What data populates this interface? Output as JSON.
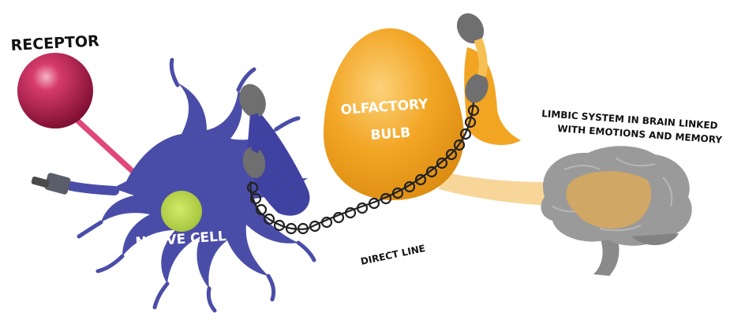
{
  "labels": {
    "receptor": "RECEPTOR",
    "nerve_cell": "NERVE CELL",
    "olfactory_line1": "OLFACTORY",
    "olfactory_line2": "BULB",
    "limbic_line1": "LIMBIC SYSTEM IN BRAIN LINKED",
    "limbic_line2": "WITH EMOTIONS AND MEMORY",
    "direct_line": "DIRECT LINE"
  },
  "colors": {
    "receptor": "#b0184a",
    "receptor_stalk": "#e0487a",
    "nerve_cell": "#4a4da8",
    "nucleus": "#b8d646",
    "olfactory_bulb": "#f2a423",
    "handset": "#6f6f6f",
    "brain": "#9a9a9a",
    "limbic": "#d9a95a",
    "cord": "#222222"
  }
}
